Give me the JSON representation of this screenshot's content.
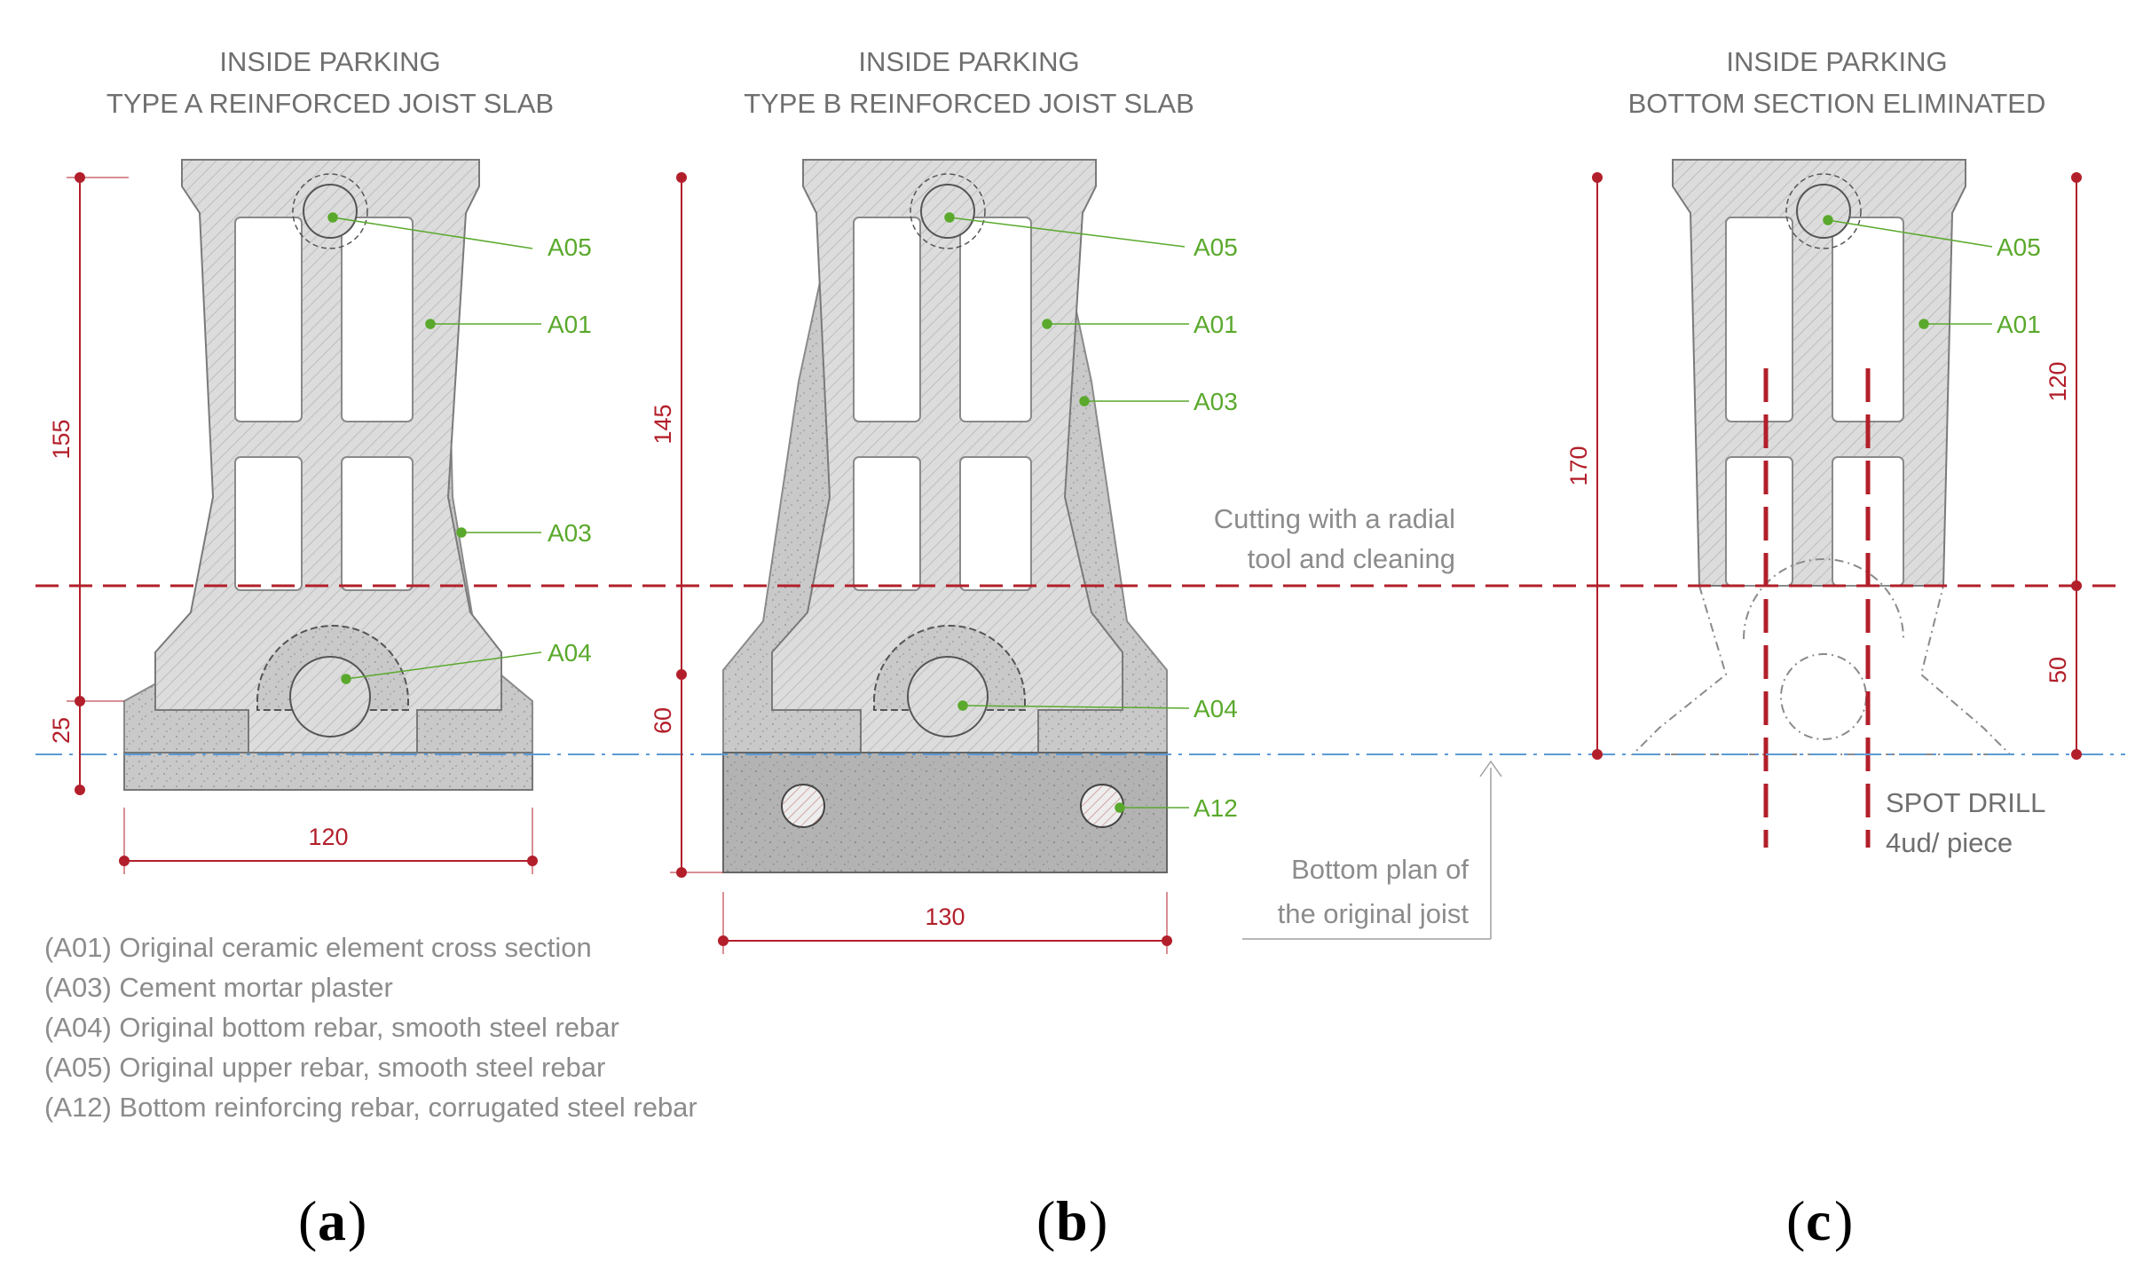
{
  "panels": {
    "a": {
      "title_line1": "INSIDE PARKING",
      "title_line2": "TYPE A REINFORCED JOIST SLAB",
      "dims": {
        "height_upper": "155",
        "height_lower": "25",
        "width": "120"
      },
      "labels": {
        "a05": "A05",
        "a01": "A01",
        "a03": "A03",
        "a04": "A04"
      },
      "caption_letter": "a"
    },
    "b": {
      "title_line1": "INSIDE PARKING",
      "title_line2": "TYPE B REINFORCED JOIST SLAB",
      "dims": {
        "height_upper": "145",
        "height_lower": "60",
        "width": "130"
      },
      "labels": {
        "a05": "A05",
        "a01": "A01",
        "a03": "A03",
        "a04": "A04",
        "a12": "A12"
      },
      "caption_letter": "b"
    },
    "c": {
      "title_line1": "INSIDE PARKING",
      "title_line2": "BOTTOM SECTION ELIMINATED",
      "dims": {
        "height_total": "170",
        "height_upper": "120",
        "height_lower": "50"
      },
      "labels": {
        "a05": "A05",
        "a01": "A01"
      },
      "drill_line1": "SPOT DRILL",
      "drill_line2": "4ud/ piece",
      "caption_letter": "c"
    }
  },
  "notes": {
    "cut_line1": "Cutting with a radial",
    "cut_line2": "tool and cleaning",
    "bottom_line1": "Bottom plan of",
    "bottom_line2": "the original joist"
  },
  "legend": [
    "(A01) Original ceramic element cross section",
    "(A03) Cement mortar plaster",
    "(A04) Original bottom rebar, smooth steel rebar",
    "(A05) Original upper rebar, smooth steel rebar",
    "(A12) Bottom reinforcing rebar, corrugated steel rebar"
  ],
  "colors": {
    "dimension": "#b21f2a",
    "label": "#5aa92c",
    "cut_line": "#b21f2a",
    "base_line": "#5b9bd5",
    "ceramic": "#d9d9d9",
    "mortar": "#c6c6c6",
    "concrete": "#b5b5b5"
  }
}
